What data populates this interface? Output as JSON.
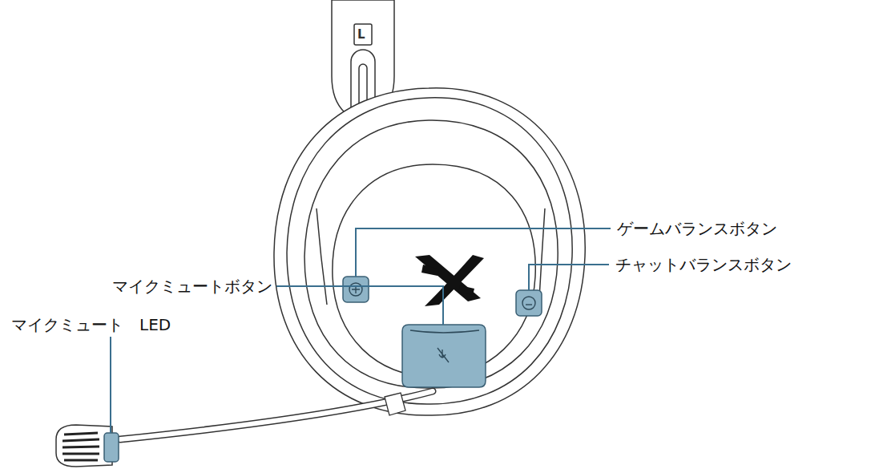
{
  "diagram": {
    "labels": [
      "ゲームバランスボタン",
      "チャットバランスボタン",
      "マイクミュートボタン",
      "マイクミュート　LED",
      "L"
    ]
  }
}
